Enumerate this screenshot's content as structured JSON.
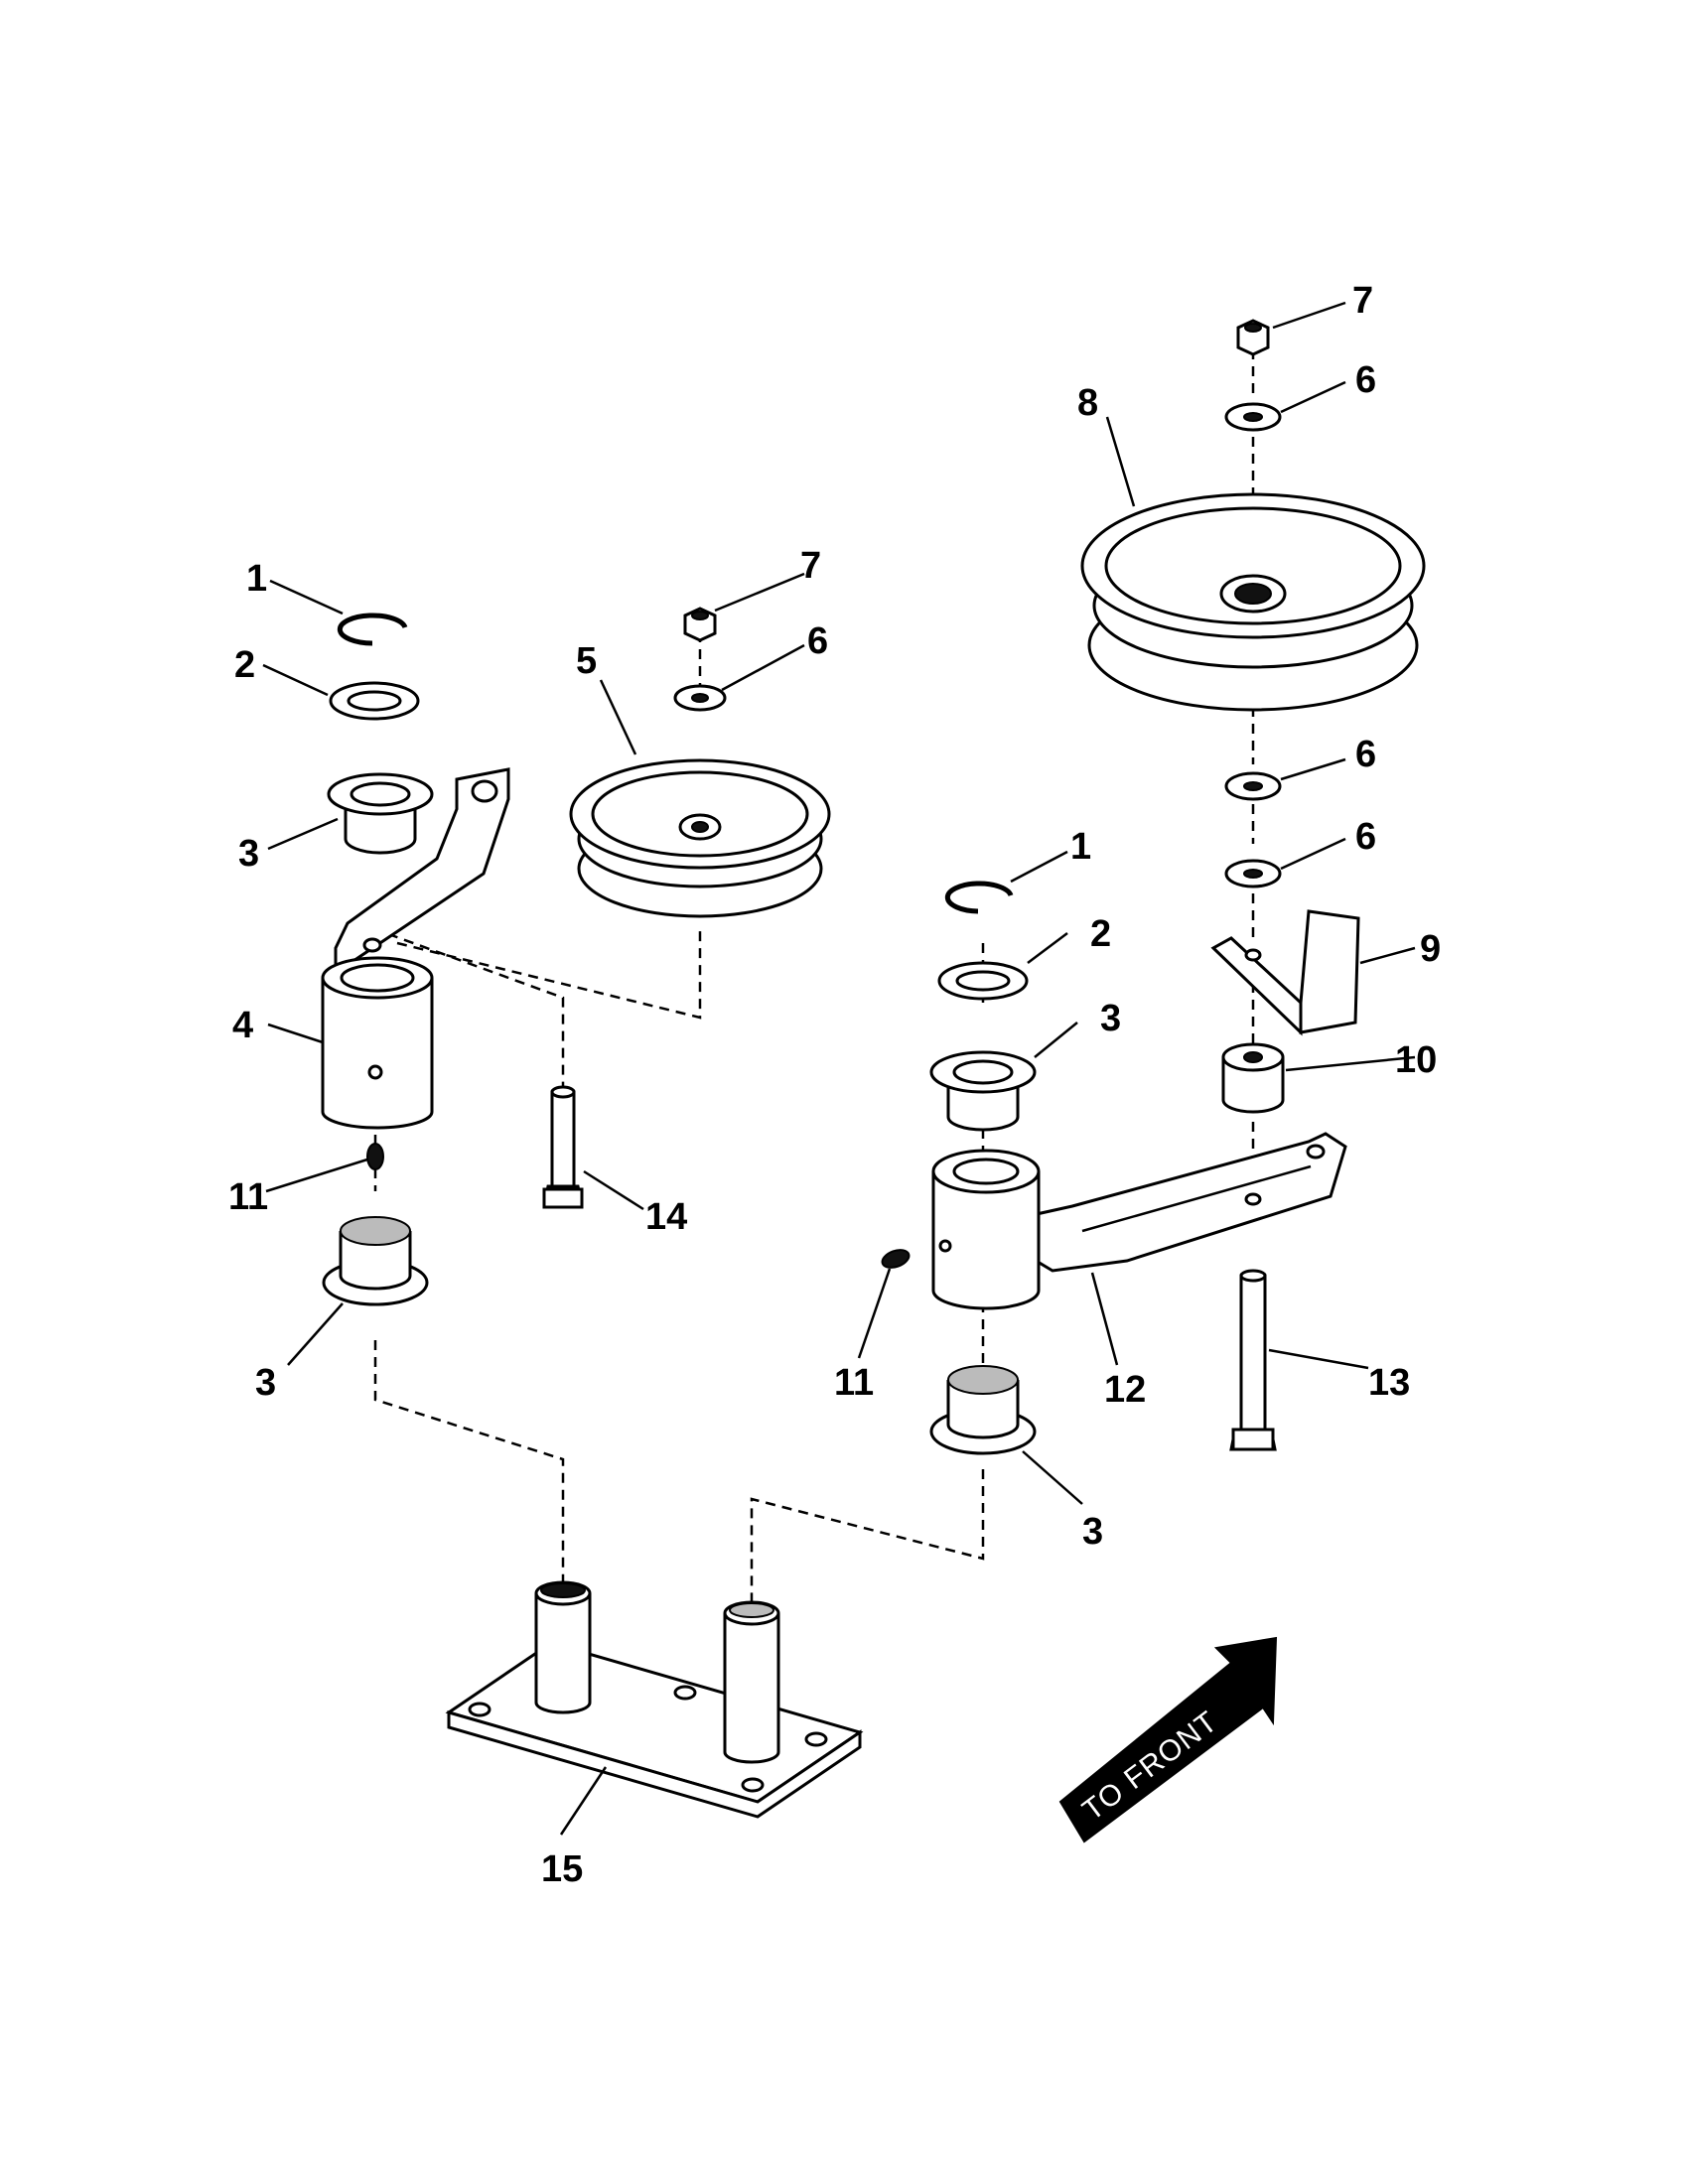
{
  "diagram": {
    "direction_label": "TO FRONT",
    "callouts": [
      {
        "id": "c1a",
        "label": "1"
      },
      {
        "id": "c2a",
        "label": "2"
      },
      {
        "id": "c3a",
        "label": "3"
      },
      {
        "id": "c4",
        "label": "4"
      },
      {
        "id": "c11a",
        "label": "11"
      },
      {
        "id": "c3b",
        "label": "3"
      },
      {
        "id": "c14",
        "label": "14"
      },
      {
        "id": "c5",
        "label": "5"
      },
      {
        "id": "c7a",
        "label": "7"
      },
      {
        "id": "c6a",
        "label": "6"
      },
      {
        "id": "c7b",
        "label": "7"
      },
      {
        "id": "c6b",
        "label": "6"
      },
      {
        "id": "c8",
        "label": "8"
      },
      {
        "id": "c6c",
        "label": "6"
      },
      {
        "id": "c6d",
        "label": "6"
      },
      {
        "id": "c9",
        "label": "9"
      },
      {
        "id": "c10",
        "label": "10"
      },
      {
        "id": "c1b",
        "label": "1"
      },
      {
        "id": "c2b",
        "label": "2"
      },
      {
        "id": "c3c",
        "label": "3"
      },
      {
        "id": "c11b",
        "label": "11"
      },
      {
        "id": "c12",
        "label": "12"
      },
      {
        "id": "c13",
        "label": "13"
      },
      {
        "id": "c3d",
        "label": "3"
      },
      {
        "id": "c15",
        "label": "15"
      }
    ]
  }
}
